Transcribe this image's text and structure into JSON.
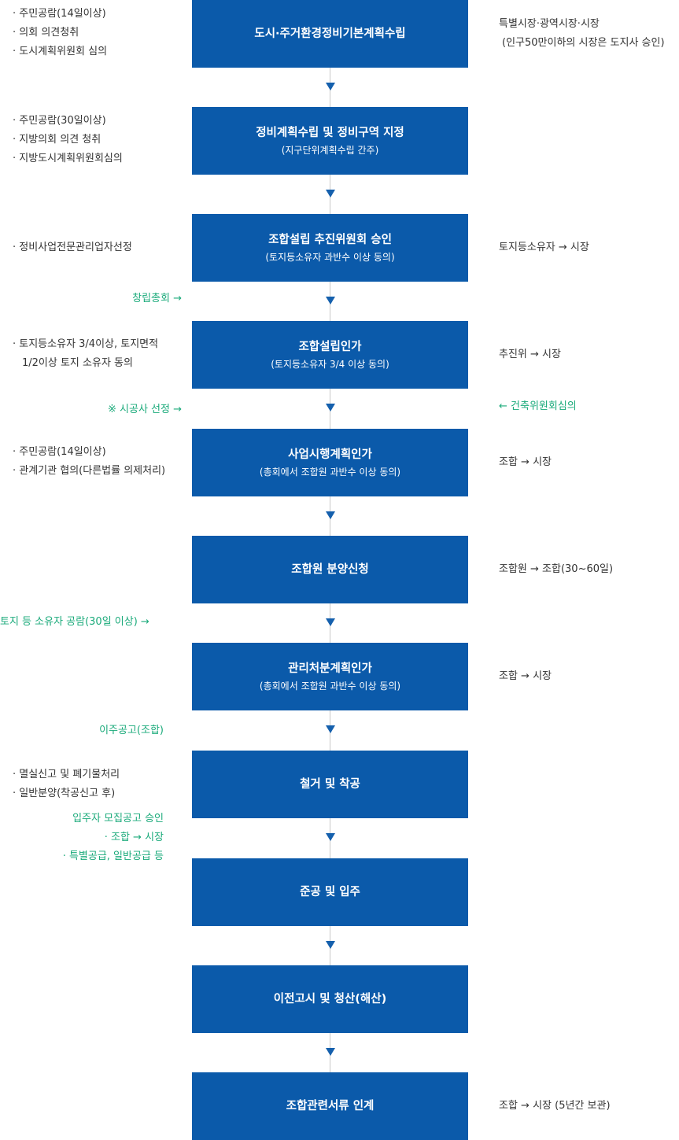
{
  "steps": [
    {
      "title": "도시·주거환경정비기본계획수립",
      "sub": ""
    },
    {
      "title": "정비계획수립 및 정비구역 지정",
      "sub": "(지구단위계획수립 간주)"
    },
    {
      "title": "조합설립 추진위원회 승인",
      "sub": "(토지등소유자 과반수 이상 동의)"
    },
    {
      "title": "조합설립인가",
      "sub": "(토지등소유자 3/4 이상 동의)"
    },
    {
      "title": "사업시행계획인가",
      "sub": "(총회에서 조합원 과반수 이상 동의)"
    },
    {
      "title": "조합원 분양신청",
      "sub": ""
    },
    {
      "title": "관리처분계획인가",
      "sub": "(총회에서 조합원 과반수 이상 동의)"
    },
    {
      "title": "철거 및 착공",
      "sub": ""
    },
    {
      "title": "준공 및 입주",
      "sub": ""
    },
    {
      "title": "이전고시 및 청산(해산)",
      "sub": ""
    },
    {
      "title": "조합관련서류 인계",
      "sub": ""
    }
  ],
  "left_notes": {
    "step1": [
      "· 주민공람(14일이상)",
      "· 의회 의견청취",
      "· 도시계획위원회 심의"
    ],
    "step2": [
      "· 주민공람(30일이상)",
      "· 지방의회 의견 청취",
      "· 지방도시계획위원회심의"
    ],
    "step3": [
      "· 정비사업전문관리업자선정"
    ],
    "step4": [
      "· 토지등소유자 3/4이상, 토지면적",
      "1/2이상 토지 소유자 동의"
    ],
    "step5": [
      "· 주민공람(14일이상)",
      "· 관계기관 협의(다른법률 의제처리)"
    ],
    "step8": [
      "· 멸실신고 및 폐기물처리",
      "· 일반분양(착공신고 후)"
    ]
  },
  "right_notes": {
    "step1": [
      "특별시장·광역시장·시장",
      "(인구50만이하의 시장은 도지사 승인)"
    ],
    "step3": [
      "토지등소유자 → 시장"
    ],
    "step4": [
      "추진위 → 시장"
    ],
    "step5": [
      "조합 → 시장"
    ],
    "step6": [
      "조합원 → 조합(30~60일)"
    ],
    "step7": [
      "조합 → 시장"
    ],
    "step11": [
      "조합 → 시장 (5년간 보관)"
    ]
  },
  "transitions": {
    "t3_4_left": "창립총회 →",
    "t4_5_left": "※ 시공사 선정 →",
    "t4_5_right": "← 건축위원회심의",
    "t6_7_left": "토지 등 소유자 공람(30일 이상) →",
    "t7_8_left": "이주공고(조합)",
    "t8_9_left": [
      "입주자 모집공고 승인",
      "· 조합 → 시장",
      "· 특별공급, 일반공급 등"
    ]
  },
  "colors": {
    "box": "#0b5aaa",
    "arrow": "#1560ad",
    "green_text": "#1aaa7a",
    "connector": "#c8c8c8"
  }
}
